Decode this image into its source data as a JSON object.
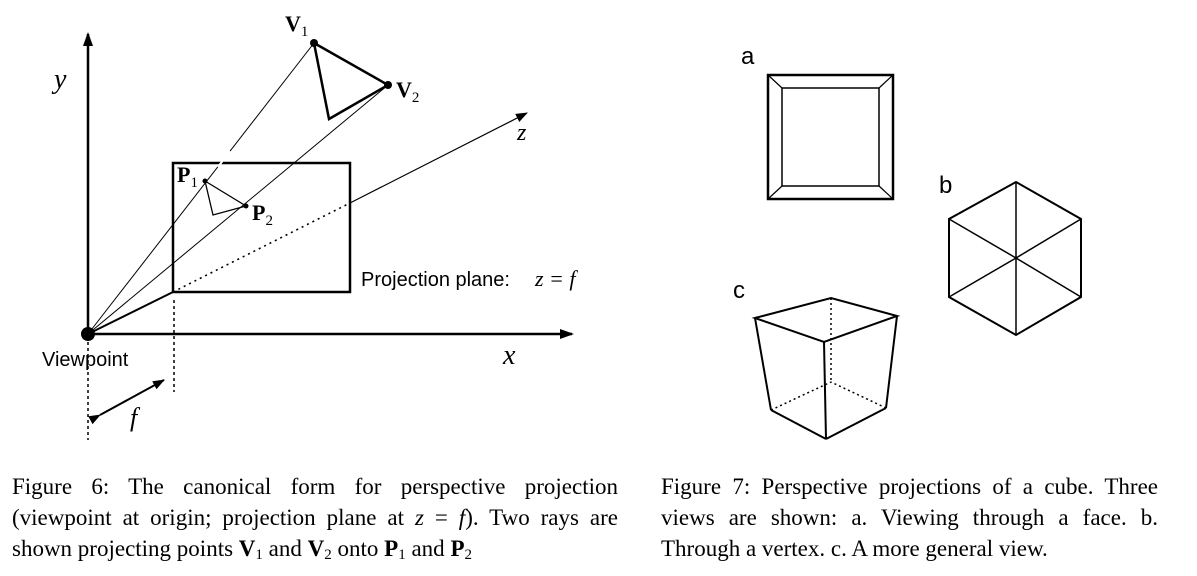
{
  "figure6": {
    "axis_y": "y",
    "axis_x": "x",
    "axis_z": "z",
    "label_viewpoint": "Viewpoint",
    "label_f": "f",
    "label_V1": "V",
    "label_V1_sub": "1",
    "label_V2": "V",
    "label_V2_sub": "2",
    "label_P1": "P",
    "label_P1_sub": "1",
    "label_P2": "P",
    "label_P2_sub": "2",
    "plane_label": "Projection plane:",
    "plane_eq": "z = f"
  },
  "figure7": {
    "label_a": "a",
    "label_b": "b",
    "label_c": "c"
  },
  "caption6": {
    "t1": "Figure 6:  The canonical form for perspective projection (viewpoint at origin; projection plane at ",
    "z": "z",
    "eq": " = ",
    "f": "f",
    "t2": ").  Two rays are shown projecting points ",
    "V": "V",
    "sub1": "1",
    "and1": " and ",
    "V2": "V",
    "sub2": "2",
    "onto": " onto ",
    "P": "P",
    "psub1": "1",
    "and2": " and ",
    "P2": "P",
    "psub2": "2"
  },
  "caption7": {
    "text": "Figure 7: Perspective projections of a cube. Three views are shown: a.  Viewing through a face.  b. Through a vertex. c. A more general view."
  }
}
